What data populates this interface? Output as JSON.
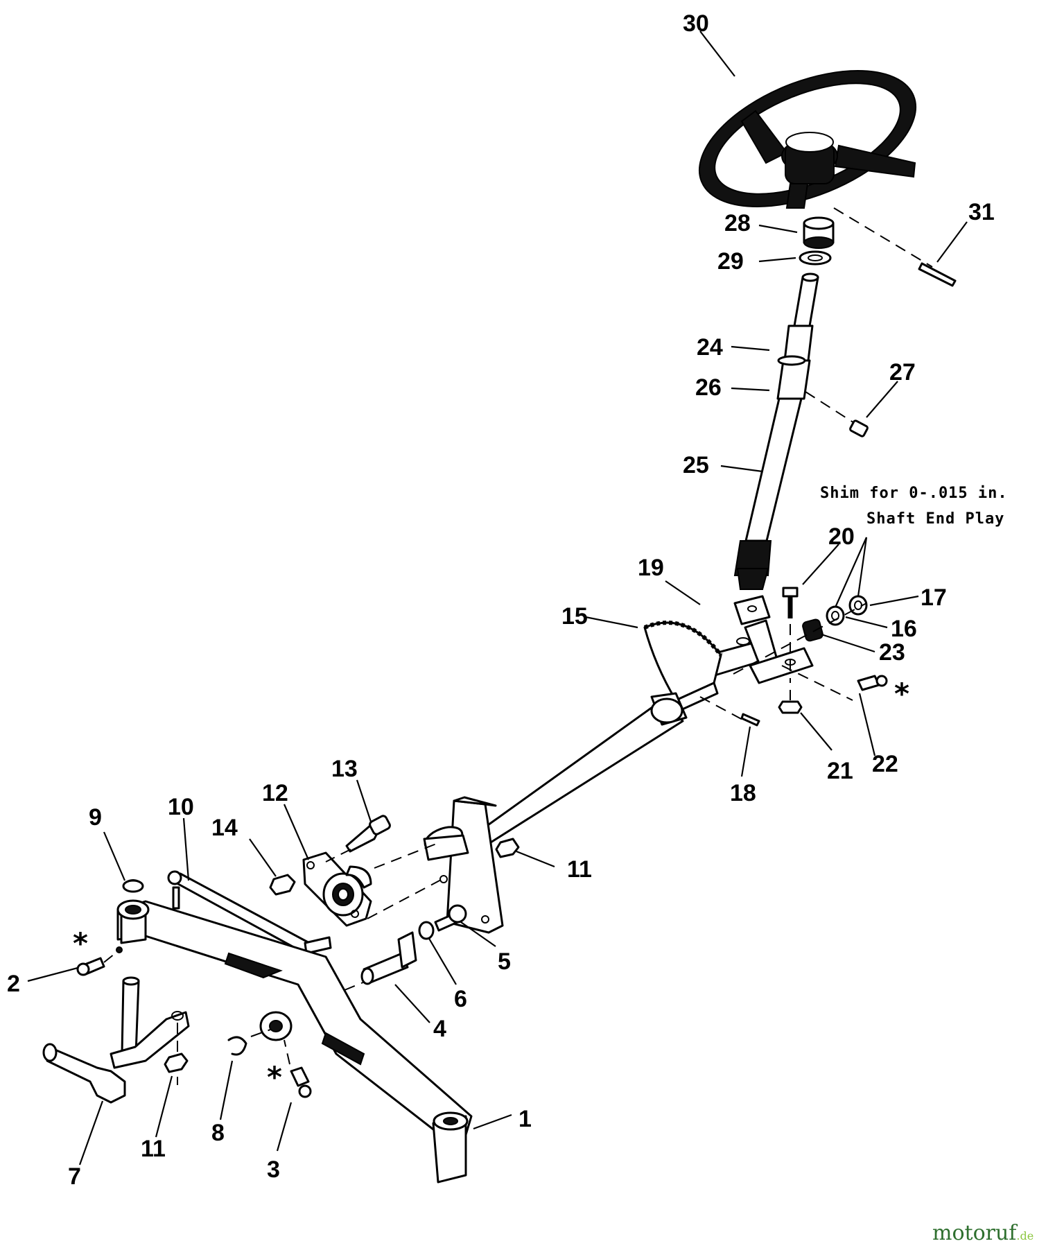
{
  "note": {
    "line1": "Shim for 0-.015 in.",
    "line2": "Shaft End Play"
  },
  "grease_marker": "*",
  "watermark": {
    "brand_part1": "motor",
    "brand_part2": "uf",
    "suffix": ".de",
    "colors": {
      "primary": "#2e6f2e",
      "accent": "#8cc63f"
    }
  },
  "callouts": {
    "n1": "1",
    "n2": "2",
    "n3": "3",
    "n4": "4",
    "n5": "5",
    "n6": "6",
    "n7": "7",
    "n8": "8",
    "n9": "9",
    "n10": "10",
    "n11a": "11",
    "n11b": "11",
    "n12": "12",
    "n13": "13",
    "n14": "14",
    "n15": "15",
    "n16": "16",
    "n17": "17",
    "n18": "18",
    "n19": "19",
    "n20": "20",
    "n21": "21",
    "n22": "22",
    "n23": "23",
    "n24": "24",
    "n25": "25",
    "n26": "26",
    "n27": "27",
    "n28": "28",
    "n29": "29",
    "n30": "30",
    "n31": "31"
  }
}
